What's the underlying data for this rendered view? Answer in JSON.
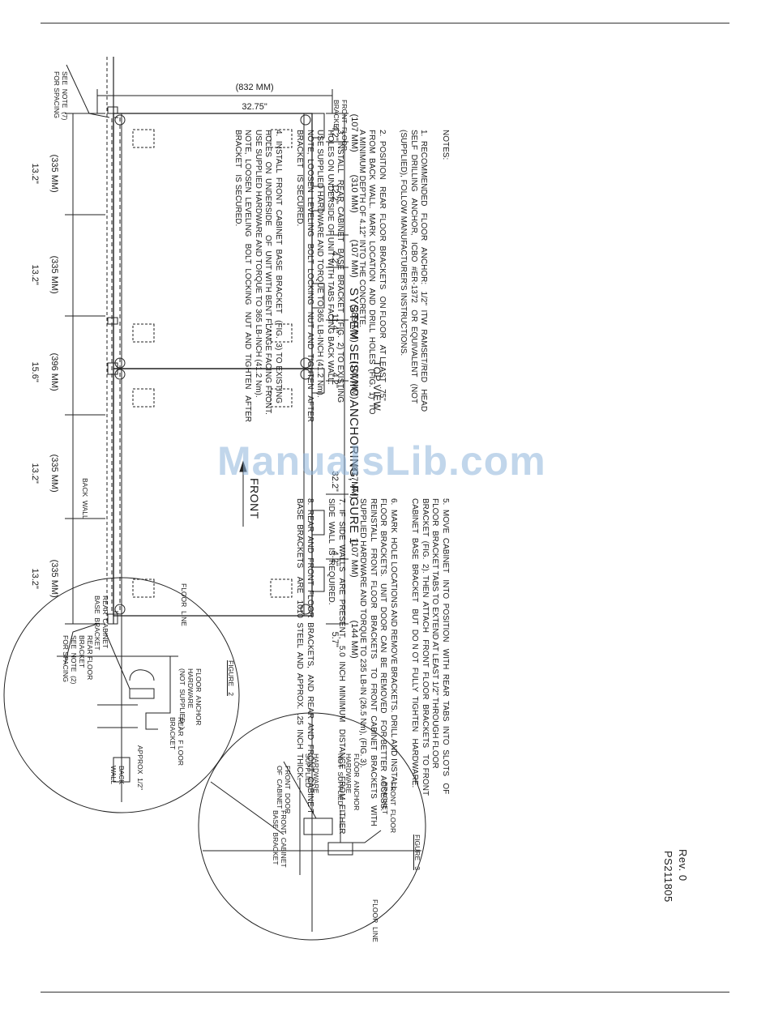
{
  "document": {
    "doc_number": "PS211805",
    "revision": "Rev. 0",
    "watermark": "ManualsLib.com"
  },
  "figure1": {
    "title": "SYSTEM  SEISMIC  ANCHORING,   FIGURE  1",
    "subtitle": "TOP VIEW",
    "front_label": "FRONT",
    "back_wall_label": "BACK  WALL",
    "callouts": {
      "rear_floor_bracket": "REAR FLOOR\nBRACKET\nSEE  NOTE  (2)\nFOR SPACING",
      "see_note_7": "SEE  NOTE  (7)\nFOR SPACING",
      "front_floor_bracket": "FRONT  FLOOR\nBRACKET"
    },
    "top_dimensions": [
      {
        "mm": "(335 MM)",
        "in": "13.2\""
      },
      {
        "mm": "(335 MM)",
        "in": "13.2\""
      },
      {
        "mm": "(396 MM)",
        "in": "15.6\""
      },
      {
        "mm": "(335 MM)",
        "in": "13.2\""
      },
      {
        "mm": "(335 MM)",
        "in": "13.2\""
      }
    ],
    "bottom_dimensions": [
      {
        "mm": "(107 MM)",
        "in": "4.2\""
      },
      {
        "mm": "(310 MM)",
        "in": "12.2\""
      },
      {
        "mm": "(107 MM)",
        "in": "4.2\""
      },
      {
        "mm": "(289 MM)",
        "in": "11.4\""
      },
      {
        "mm": "(107 MM)",
        "in": "4.2\""
      },
      {
        "mm": "(817MM)",
        "in": "32.2\""
      },
      {
        "mm": "(107 MM)",
        "in": "4.2\""
      },
      {
        "mm": "(144 MM)",
        "in": "5.7\""
      }
    ],
    "depth_dimension": {
      "mm": "(832 MM)",
      "in": "32.75\""
    }
  },
  "figure2": {
    "title": "FIGURE   2",
    "labels": {
      "rear_cabinet_base_bracket": "REAR  CABINET\nBASE  BRACKET",
      "floor_line": "FLOOR  LINE",
      "back_wall": "BACK\nWALL",
      "approx": "APPROX  1/2\"",
      "rear_floor_bracket": "REAR  F LOOR\nBRACKET",
      "floor_anchor_hardware": "FLOOR  ANCHOR\nHARDWARE\n(NOT  SUPPLIED  )"
    }
  },
  "figure3": {
    "title": "FIGURE   3",
    "labels": {
      "front_cabinet_base_bracket": "FRONT  CABINET\nBASE  BRACKET",
      "front_door_of_cabinet": "FRONT  DOOR\nOF  CABINET",
      "hardware_supplied": "HARDWARE\nSUPPLIED",
      "floor_anchor_hardware": "FLOOR  ANCHOR\nHARDWARE\nNOT  SUPPLIED",
      "front_floor_bracket": "FRONT  FLOOR\nBRACKET",
      "floor_line": "FLOOR  LINE"
    }
  },
  "notes": {
    "heading": "NOTES:",
    "left": [
      "1.  RECOMMENDED   FLOOR   ANCHOR:   1/2\"  ITW  RAMSET/RED   HEAD\nSELF  DRILLING   ANCHOR,   ICBO  #ER-1372   OR  EQUIVALENT   (NOT\n(SUPPLIED), FOLLOW MANUFACTURER'S INSTRUCTIONS.",
      "2.  POSITION   REAR  FLOOR  BRACKETS   ON FLOOR   AT LEAST  .75\"\nFROM  BACK  WALL.  MARK  LOCATION   AND  DRILL  HOLES  (FIG.  1)  TO\nA MINIMUM DEPTH OF 4.12\" INTO THE CONCRETE.",
      "3.  INSTALL   REAR  CABINET   BASE  BRACKET   (FIG.  2) TO EXISTING\nHOLES ON UNDERSIDE OF UNIT WITH TABS FACING BACK WALL.\nUSE SUPPLIED HARDWARE AND TORQUE TO 365 LB-INCH (41.2 Nm).\nNOTE,  LOOSEN  LEVELING   BOLT  LOCKING   NUT  AND  TIGHTEN   AFTER\nBRACKET   IS SECURED.",
      "4.  INSTALL  FRONT  CABINET  BASE  BRACKET   (FIG.  3) TO EXISTING\nHOLES  ON  UNDERSIDE    OF  UNIT WITH BENT FLANGE FACING FRONT.\nUSE SUPPLIED HARDWARE AND TORQUE TO 365 LB-INCH (41.2 Nm).\nNOTE,  LOOSEN  LEVELING   BOLT  LOCKING   NUT  AND  TIGHTEN   AFTER\nBRACKET   IS SECURED."
    ],
    "right": [
      "5.  MOVE  CABINET   INTO  POSITION   WITH  REAR  TABS  INTO  SLOTS   OF\nFLOOR  BRACKET TABS TO EXTEND AT LEAST 1/2\" THROUGH FLOOR\nBRACKET  (FIG.  2). THEN  ATTACH   FRONT  FLOOR  BRACKETS   TO FRONT\nCABINET  BASE  BRACKET   BUT  DO N OT  FULLY  TIGHTEN   HARDWARE.",
      "6.  MARK  HOLE LOCATIONS AND REMOVE BRACKETS. DRILL AND INSTALL\nFLOOR  BRACKETS.   UNIT  DOOR  CAN  BE  REMOVED   FOR BETTER  ACCESS.\nREINSTALL   FRONT  FLOOR   BRACKETS    TO  FRONT  CABINET  BRACKETS   WITH\nSUPPLIED HARDWARE AND TORQUE TO 235 LB-IN (26.5 Nm), (FIG. 3).",
      "7.  IF  SIDE  WALLS   ARE  PRESENT,   5.0  INCH  MINIMUM   DISTANCE   FROM  EITHER\nSIDE  WALL  IS  REQUIRED.",
      "8.  REAR  AND  FRONT  FLOOR  BRACKETS,   AND  REAR  AND  FRONT  CABINE T\nBASE  BRACKETS    ARE   1010  STEEL  AND  APPROX.  .25  INCH  THICK."
    ]
  }
}
